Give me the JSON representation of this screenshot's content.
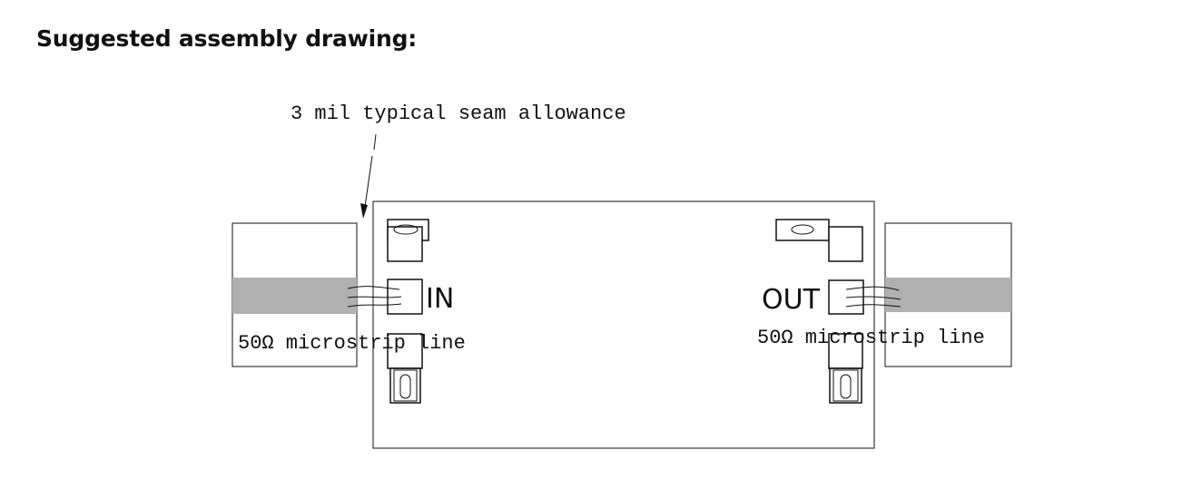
{
  "title": "Suggested assembly drawing:",
  "seam_note": "3 mil typical seam allowance",
  "port_in": "IN",
  "port_out": "OUT",
  "left_line_label": "50Ω  microstrip line",
  "right_line_label": "50Ω  microstrip line",
  "colors": {
    "stroke": "#111111",
    "microstrip": "#b0b0b0",
    "background": "#ffffff"
  }
}
